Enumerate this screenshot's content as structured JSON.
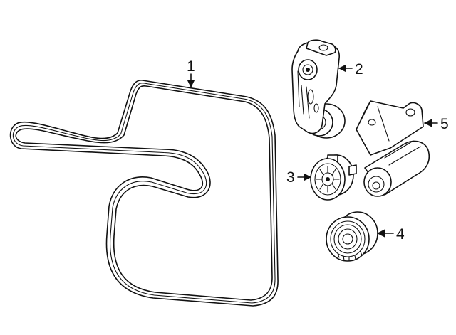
{
  "callouts": {
    "belt": "1",
    "tensioner": "2",
    "idler_pulley_upper": "3",
    "idler_pulley_lower": "4",
    "tensioner_bracket": "5"
  },
  "colors": {
    "line": "#111111",
    "background": "#ffffff"
  },
  "icons": {
    "leader_arrow": "arrowhead"
  }
}
